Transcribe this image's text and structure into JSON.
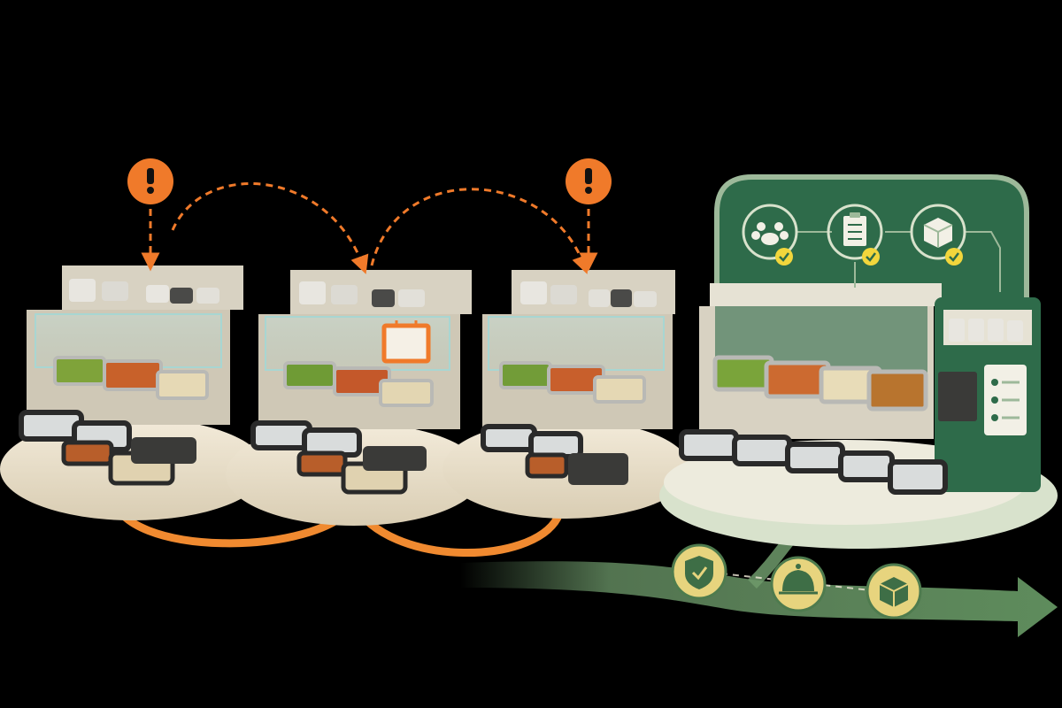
{
  "colors": {
    "background": "#000000",
    "alert_orange": "#F07A2A",
    "problem_link_orange": "#F08A30",
    "cream_base": "#EFE6D4",
    "station_body": "#D8D2C2",
    "green_panel": "#2E6B4A",
    "green_light": "#9DB99A",
    "flow_arrow_green": "#6E9A6B",
    "badge_yellow": "#E7D47E",
    "check_yellow": "#F2D63C"
  },
  "icons": {
    "alerts": [
      "exclamation-icon",
      "exclamation-icon"
    ],
    "panel": [
      "allergen-icon",
      "clipboard-checklist-icon",
      "package-box-icon"
    ],
    "panel_status": "check-badge-icon",
    "flow": [
      "shield-check-icon",
      "food-cloche-icon",
      "box-icon"
    ]
  },
  "stations": [
    {
      "kind": "cluttered",
      "tray_colors": [
        "#7FA33A",
        "#C8612A",
        "#E6D9B5"
      ]
    },
    {
      "kind": "cluttered",
      "has_sign": true,
      "tray_colors": [
        "#6F9B35",
        "#C4582A",
        "#E3D6B2"
      ]
    },
    {
      "kind": "cluttered",
      "tray_colors": [
        "#729C38",
        "#C85F2C",
        "#E5D8B4"
      ]
    },
    {
      "kind": "organized",
      "tray_colors": [
        "#7AA43A",
        "#CC6A30",
        "#E8DCB8",
        "#B8742E"
      ]
    }
  ]
}
